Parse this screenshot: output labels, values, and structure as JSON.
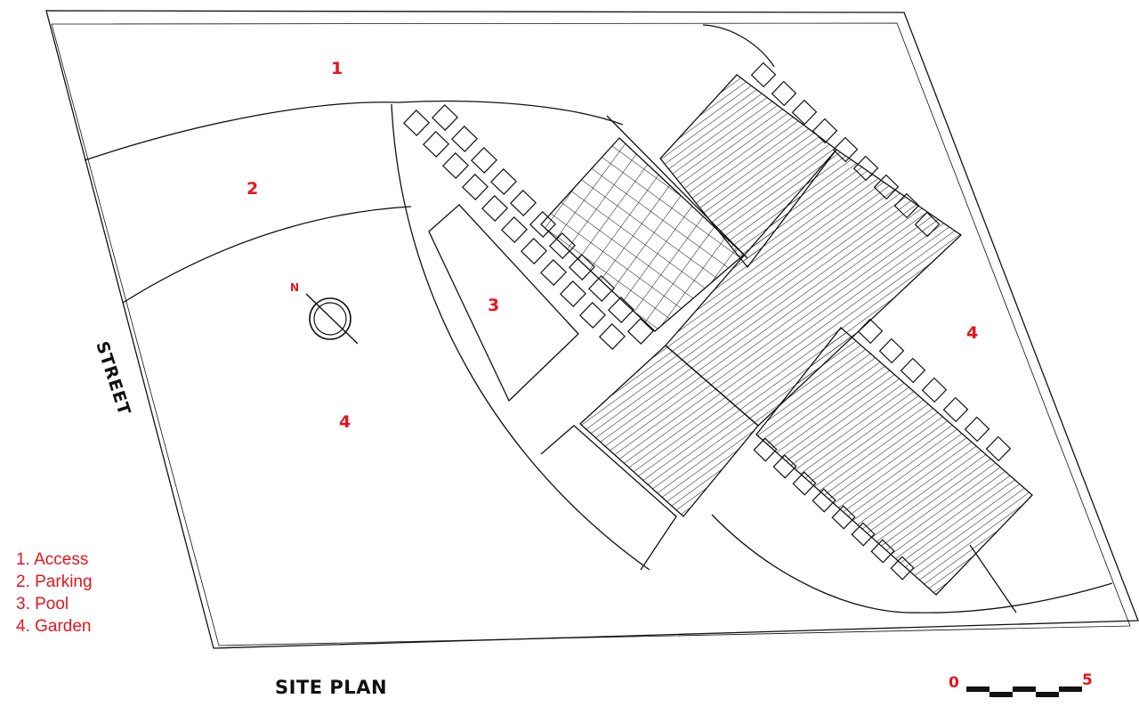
{
  "title": "SITE PLAN",
  "street_label": "STREET",
  "north_label": "N",
  "zone_labels": [
    {
      "id": "access",
      "text": "1"
    },
    {
      "id": "parking",
      "text": "2"
    },
    {
      "id": "pool",
      "text": "3"
    },
    {
      "id": "garden-east",
      "text": "4"
    },
    {
      "id": "garden-west",
      "text": "4"
    }
  ],
  "legend": [
    "1. Access",
    "2. Parking",
    "3. Pool",
    "4. Garden"
  ],
  "scale": {
    "start": "0",
    "end": "5"
  },
  "colors": {
    "label": "#e8141f",
    "line": "#111111",
    "background": "#ffffff"
  }
}
